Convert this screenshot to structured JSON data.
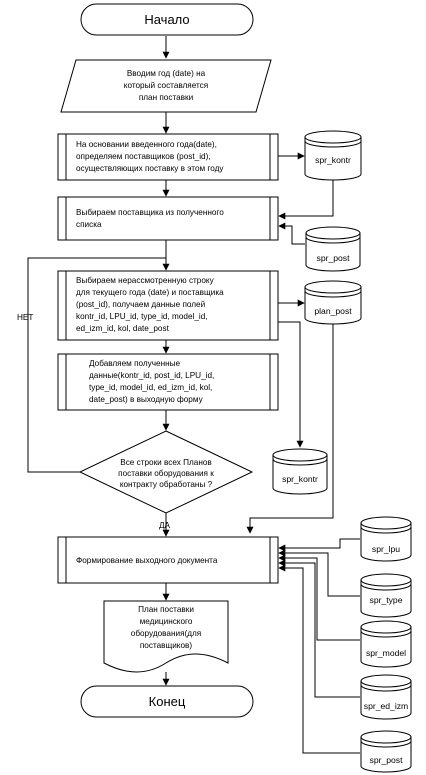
{
  "diagram": {
    "start": "Начало",
    "input": [
      "Вводим год (date) на",
      "который составляется",
      "план поставки"
    ],
    "step1": [
      "На основании введенного года(date),",
      "определяем поставщиков (post_id),",
      "осуществляющих поставку в этом году"
    ],
    "step2": [
      "Выбираем поставщика из полученного",
      "списка"
    ],
    "step3": [
      "Выбираем нерассмотренную строку",
      "для текущего года (date) и поставщика",
      "(post_id), получаем данные полей",
      "kontr_id, LPU_id, type_id, model_id,",
      "ed_izm_id, kol, date_post"
    ],
    "step4": [
      "Добавляем полученные",
      "данные(kontr_id, post_id, LPU_id,",
      "type_id, model_id, ed_izm_id, kol,",
      "date_post) в выходную форму"
    ],
    "decision": [
      "Все строки всех Планов",
      "поставки оборудования к",
      "контракту обработаны ?"
    ],
    "no_label": "НЕТ",
    "yes_label": "ДА",
    "step5": "Формирование выходного документа",
    "document": [
      "План поставки",
      "медицинского",
      "оборудования(для",
      "поставщиков)"
    ],
    "end": "Конец",
    "databases": {
      "spr_kontr_1": "spr_kontr",
      "spr_post_1": "spr_post",
      "plan_post": "plan_post",
      "spr_kontr_2": "spr_kontr",
      "spr_lpu": "spr_lpu",
      "spr_type": "spr_type",
      "spr_model": "spr_model",
      "spr_ed_izm": "spr_ed_izm",
      "spr_post_2": "spr_post"
    }
  }
}
